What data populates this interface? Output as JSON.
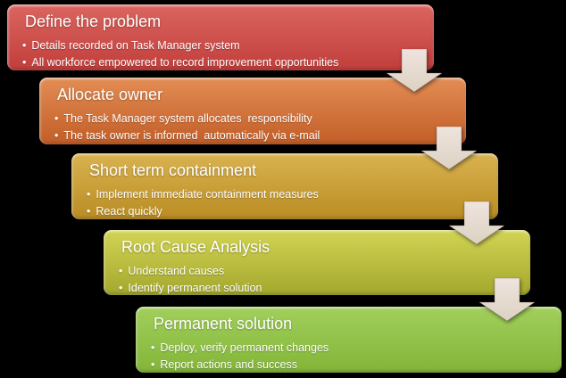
{
  "diagram": {
    "background_color": "#000000",
    "bullet_glyph": "•",
    "arrow": {
      "name": "down-arrow-icon",
      "color_top": "#efe3de",
      "color_bottom": "#dcd2c2"
    },
    "steps": [
      {
        "title": "Define the problem",
        "bullets": [
          "Details recorded on Task Manager system",
          "All workforce empowered to record improvement opportunities"
        ],
        "color_top": "#db655f",
        "color_bottom": "#c13e3b"
      },
      {
        "title": "Allocate owner",
        "bullets": [
          "The Task Manager system allocates  responsibility",
          "The task owner is informed  automatically via e-mail"
        ],
        "color_top": "#e28d54",
        "color_bottom": "#c35d27"
      },
      {
        "title": "Short term containment",
        "bullets": [
          "Implement immediate containment measures",
          "React quickly"
        ],
        "color_top": "#d9b350",
        "color_bottom": "#ba8c23"
      },
      {
        "title": "Root Cause Analysis",
        "bullets": [
          "Understand causes",
          "Identify permanent solution"
        ],
        "color_top": "#d2d455",
        "color_bottom": "#a3a72c"
      },
      {
        "title": "Permanent solution",
        "bullets": [
          "Deploy, verify permanent changes",
          "Report actions and success"
        ],
        "color_top": "#a2cf5c",
        "color_bottom": "#83b538"
      }
    ]
  }
}
